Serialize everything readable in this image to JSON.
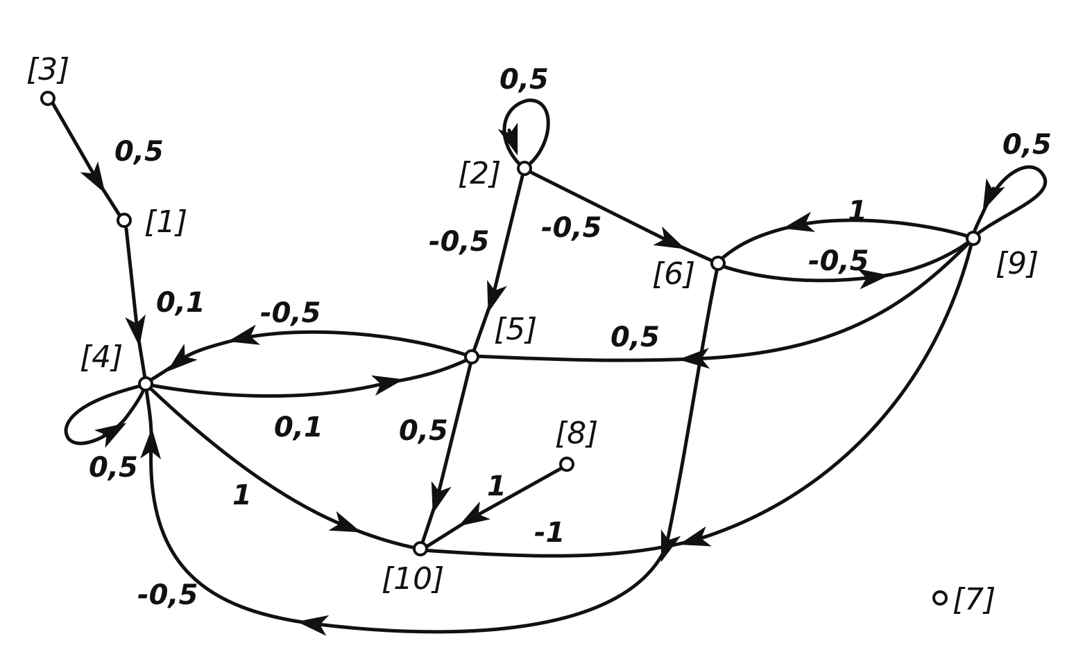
{
  "graph": {
    "nodes": [
      {
        "id": "n1",
        "label": "[1]"
      },
      {
        "id": "n2",
        "label": "[2]"
      },
      {
        "id": "n3",
        "label": "[3]"
      },
      {
        "id": "n4",
        "label": "[4]"
      },
      {
        "id": "n5",
        "label": "[5]"
      },
      {
        "id": "n6",
        "label": "[6]"
      },
      {
        "id": "n7",
        "label": "[7]"
      },
      {
        "id": "n8",
        "label": "[8]"
      },
      {
        "id": "n9",
        "label": "[9]"
      },
      {
        "id": "n10",
        "label": "[10]"
      }
    ],
    "edges": [
      {
        "from": "[3]",
        "to": "[1]",
        "weight": "0,5"
      },
      {
        "from": "[1]",
        "to": "[4]",
        "weight": "0,1"
      },
      {
        "from": "[2]",
        "to": "[2]",
        "weight": "0,5"
      },
      {
        "from": "[2]",
        "to": "[5]",
        "weight": "-0,5"
      },
      {
        "from": "[2]",
        "to": "[6]",
        "weight": "-0,5"
      },
      {
        "from": "[9]",
        "to": "[9]",
        "weight": "0,5"
      },
      {
        "from": "[9]",
        "to": "[6]",
        "weight": "1"
      },
      {
        "from": "[6]",
        "to": "[9]",
        "weight": "-0,5"
      },
      {
        "from": "[5]",
        "to": "[4]",
        "weight": "-0,5"
      },
      {
        "from": "[9]",
        "to": "[5]",
        "weight": "0,5"
      },
      {
        "from": "[4]",
        "to": "[5]",
        "weight": "0,1"
      },
      {
        "from": "[4]",
        "to": "[4]",
        "weight": "0,5"
      },
      {
        "from": "[5]",
        "to": "[10]",
        "weight": "0,5"
      },
      {
        "from": "[8]",
        "to": "[10]",
        "weight": "1"
      },
      {
        "from": "[4]",
        "to": "[10]",
        "weight": "1"
      },
      {
        "from": "[9]",
        "to": "[10]",
        "weight": "-1"
      },
      {
        "from": "[6]",
        "to": "[4]",
        "weight": "-0,5"
      }
    ]
  }
}
